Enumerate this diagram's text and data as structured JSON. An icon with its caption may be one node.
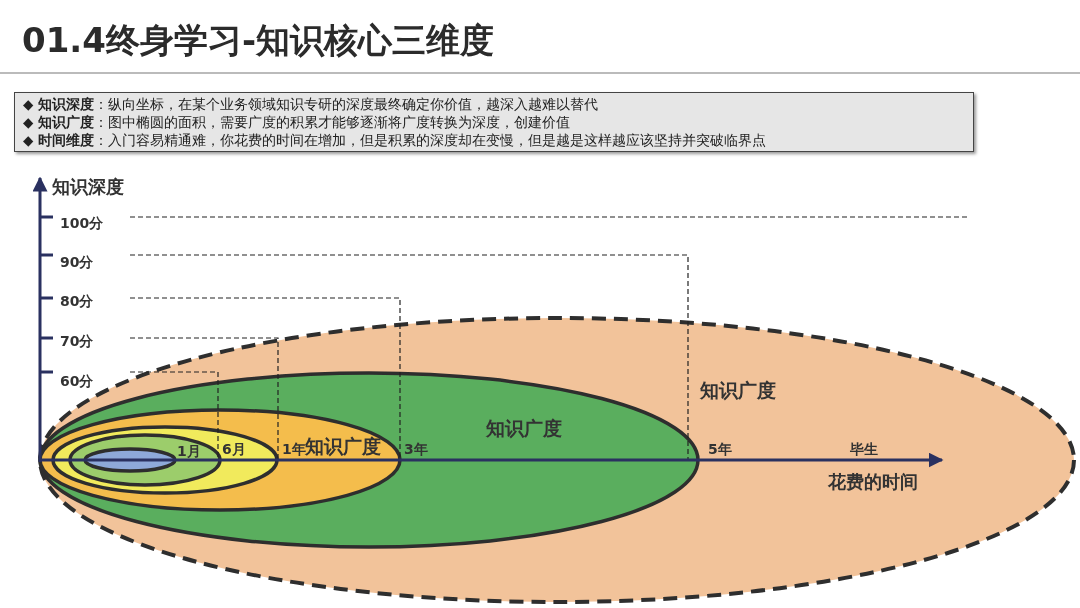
{
  "diagram": {
    "title": "01.4终身学习-知识核心三维度",
    "nodes": [
      {
        "text": [
          "知识广度"
        ]
      },
      {
        "text": [
          "知识广度"
        ],
        "in": 0
      },
      {
        "text": [
          "知识广度"
        ],
        "in": 1
      },
      {
        "text": [],
        "shape": "ellipse",
        "in": 2
      },
      {
        "text": [],
        "shape": "ellipse",
        "in": 3
      },
      {
        "text": [],
        "shape": "ellipse",
        "in": 4
      }
    ],
    "labels": [
      "◆ **知识深度**：纵向坐标，在某个业务领域知识专研的深度最终确定你价值，越深入越难以替代",
      "◆ **知识广度**：图中椭圆的面积，需要广度的积累才能够逐渐将广度转换为深度，创建价值",
      "◆ **时间维度**：入门容易精通难，你花费的时间在增加，但是积累的深度却在变慢，但是越是这样越应该坚持并突破临界点",
      "知识深度",
      "100分",
      "90分",
      "80分",
      "70分",
      "60分",
      "1月",
      "6月",
      "1年",
      "3年",
      "5年",
      "毕生",
      "花费的时间"
    ]
  }
}
